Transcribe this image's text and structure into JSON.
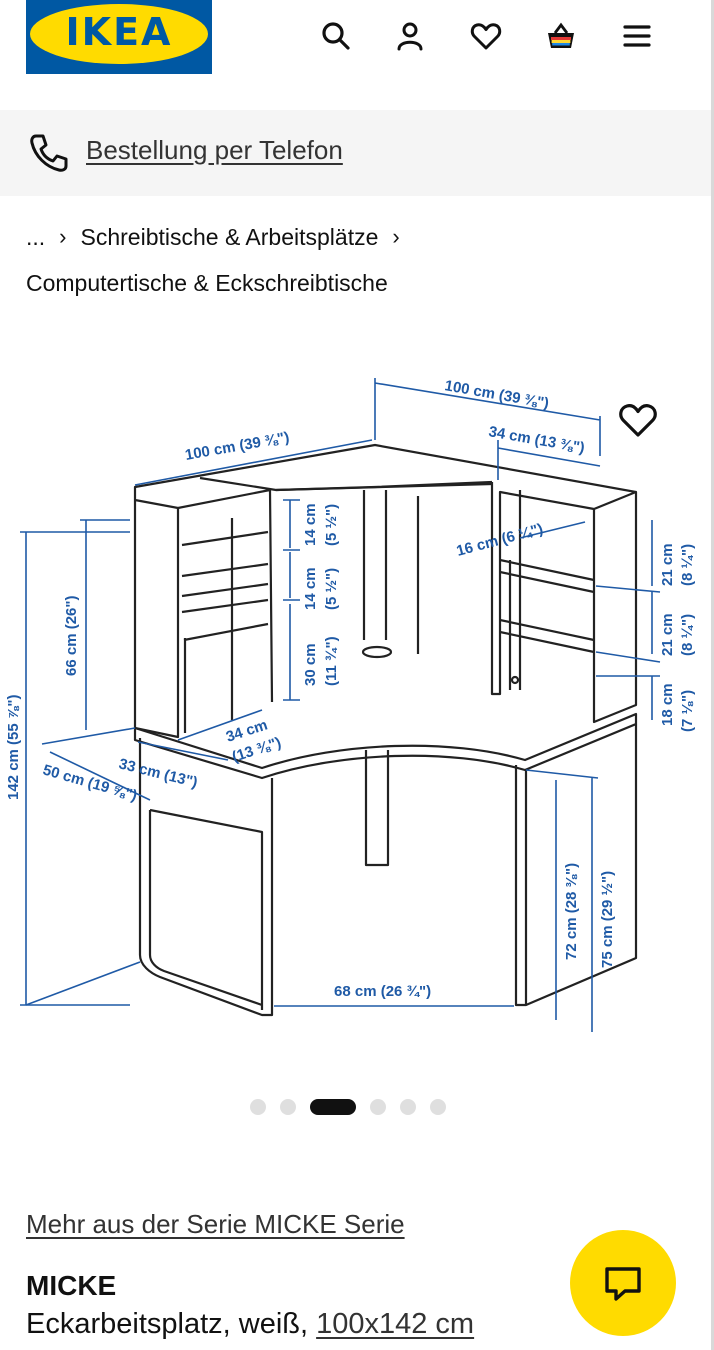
{
  "header": {
    "logo_text": "IKEA",
    "icons": [
      "search-icon",
      "account-icon",
      "wishlist-heart-icon",
      "shopping-bag-icon",
      "menu-icon"
    ]
  },
  "phone_bar": {
    "icon": "phone-icon",
    "link": "Bestellung per Telefon"
  },
  "breadcrumb": {
    "ellipsis": "...",
    "items": [
      "Schreibtische & Arbeitsplätze",
      "Computertische & Eckschreibtische"
    ]
  },
  "drawing": {
    "dimensions": {
      "top_back_width": "100 cm (39 ⅜\")",
      "top_left_width": "100 cm (39 ⅜\")",
      "hutch_depth": "34 cm (13 ⅜\")",
      "shelf_depth": "16 cm (6 ¼\")",
      "left_shelf_1": "14 cm",
      "left_shelf_1_in": "(5 ½\")",
      "left_shelf_2": "14 cm",
      "left_shelf_2_in": "(5 ½\")",
      "left_shelf_3": "30 cm",
      "left_shelf_3_in": "(11 ¾\")",
      "hutch_height": "66 cm (26\")",
      "total_height": "142 cm (55 ⅞\")",
      "right_shelf_1": "21 cm",
      "right_shelf_1_in": "(8 ¼\")",
      "right_shelf_2": "21 cm",
      "right_shelf_2_in": "(8 ¼\")",
      "right_shelf_3": "18 cm",
      "right_shelf_3_in": "(7 ⅛\")",
      "desk_depth_34": "34 cm",
      "desk_depth_34_in": "(13 ⅜\")",
      "desk_depth_33": "33 cm (13\")",
      "desk_depth_50": "50 cm (19 ⅝\")",
      "leg_width": "68 cm (26 ¾\")",
      "under_height": "72 cm (28 ⅜\")",
      "desk_height": "75 cm (29 ½\")"
    },
    "line_color": "#222222",
    "dimension_color": "#1f5aa6"
  },
  "carousel": {
    "count": 6,
    "active_index": 2
  },
  "product": {
    "series_link": "Mehr aus der Serie MICKE Serie",
    "name": "MICKE",
    "description": "Eckarbeitsplatz, weiß,",
    "size": "100x142 cm"
  },
  "chat": {
    "icon": "chat-bubble-icon",
    "color": "#ffdb00"
  }
}
